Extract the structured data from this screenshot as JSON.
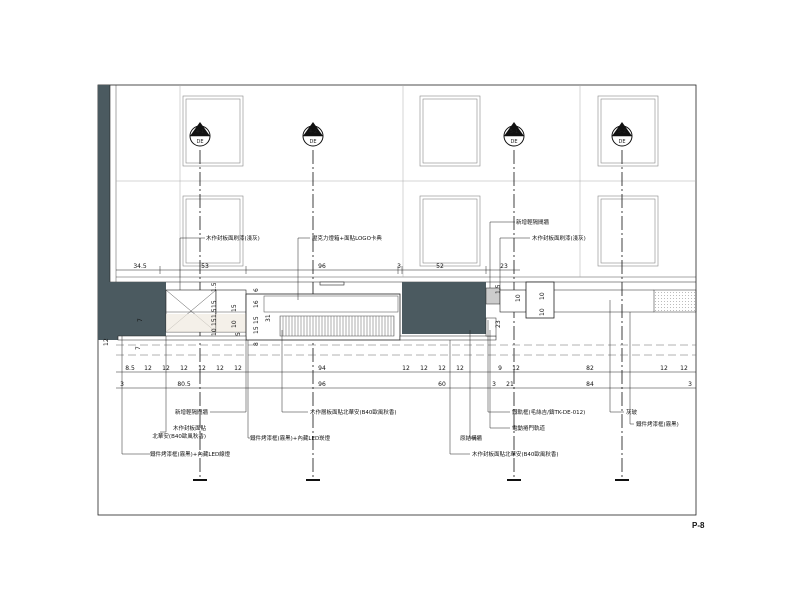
{
  "sheet_number": "P-8",
  "section_tags": [
    {
      "code": "4-1",
      "ref": "DE"
    },
    {
      "code": "4-2",
      "ref": "DE"
    },
    {
      "code": "5-1",
      "ref": "DE"
    },
    {
      "code": "5-2",
      "ref": "DE"
    }
  ],
  "top_dims": [
    "34.5",
    "53",
    "96",
    "3",
    "52",
    "23"
  ],
  "small_dims": [
    "1.5",
    "15",
    "1.5",
    "15",
    "10",
    "6",
    "16",
    "15",
    "31",
    "15",
    "8",
    "15",
    "10",
    "5",
    "7",
    "1.5",
    "23",
    "10",
    "10",
    "10",
    "12",
    "7"
  ],
  "bottom_dims_row1": [
    "8.5",
    "12",
    "12",
    "12",
    "12",
    "12",
    "12",
    "94",
    "12",
    "12",
    "12",
    "12",
    "9",
    "12",
    "82",
    "12",
    "12"
  ],
  "bottom_dims_row2": [
    "3",
    "80.5",
    "96",
    "60",
    "3",
    "21",
    "84",
    "3"
  ],
  "annotations": {
    "a1": "木作封板面刷漆(淺灰)",
    "a2": "壓克力燈箱+面貼LOGO卡典",
    "a3": "新增輕隔間牆",
    "a4": "木作封板面刷漆(淺灰)",
    "b1": "新增輕隔間牆",
    "b2": "木作封板面貼",
    "b3": "北華安(B40歐風秋香)",
    "b4": "鐵件烤漆框(霧黑)+內藏LED線燈",
    "b5": "鐵件烤漆框(霧黑)+內藏LED崁燈",
    "b6": "木作層板面貼北華安(B40歐風秋香)",
    "b7": "鐵軌框(毛絲吉/鑄TK-DE-012)",
    "b8": "電動捲門軌道",
    "b9": "原結構牆",
    "b10": "木作封板面貼北華安(B40歐風秋香)",
    "b11": "灰玻",
    "b12": "鐵件烤漆框(霧黑)"
  }
}
